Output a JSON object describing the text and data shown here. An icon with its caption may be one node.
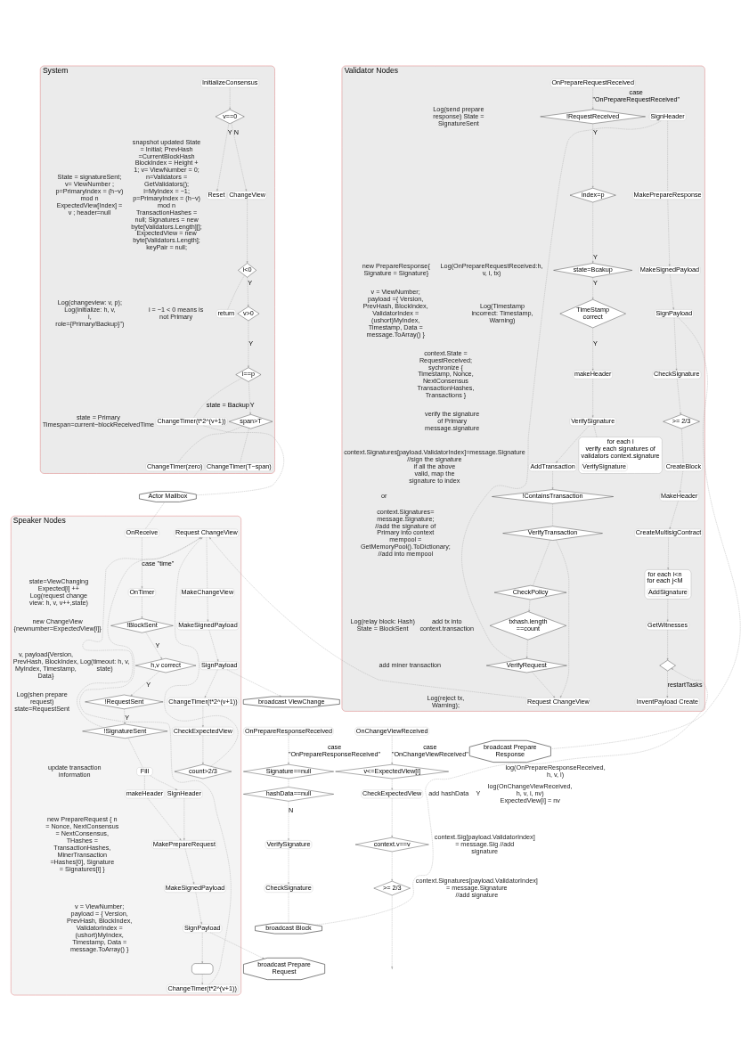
{
  "diagram": {
    "nodes": [
      {
        "text": [
          "System"
        ]
      },
      {
        "text": [
          "InitializeConsensus"
        ],
        "in": 0
      },
      {
        "text": [
          "v==0"
        ],
        "in": 0
      },
      {
        "text": [
          "Reset"
        ],
        "in": 0
      },
      {
        "text": [
          "ChangeView"
        ],
        "in": 0
      },
      {
        "text": [
          "i<0"
        ],
        "in": 0
      },
      {
        "text": [
          "return"
        ],
        "in": 0
      },
      {
        "text": [
          "v>0"
        ],
        "in": 0
      },
      {
        "text": [
          "i==p"
        ],
        "in": 0
      },
      {
        "text": [
          "ChangeTimer(t*2^(v+1))"
        ],
        "in": 0
      },
      {
        "text": [
          "span>T"
        ],
        "in": 0
      },
      {
        "text": [
          "ChangeTimer(zero)"
        ],
        "in": 0
      },
      {
        "text": [
          "ChangeTimer(T−span)"
        ],
        "in": 0
      },
      {
        "text": [
          "Actor Mailbox"
        ]
      },
      {
        "text": [
          "Speaker Nodes"
        ]
      },
      {
        "text": [
          "OnReceive"
        ],
        "in": 14
      },
      {
        "text": [
          "OnTimer"
        ],
        "in": 14
      },
      {
        "text": [
          "!BlockSent"
        ],
        "in": 14
      },
      {
        "text": [
          "h,v correct"
        ],
        "in": 14
      },
      {
        "text": [
          "!RequestSent"
        ],
        "in": 14
      },
      {
        "text": [
          "!SignatureSent"
        ],
        "in": 14
      },
      {
        "text": [
          "Fill"
        ],
        "in": 14
      },
      {
        "text": [
          "SignHeader"
        ],
        "in": 14
      },
      {
        "text": [
          "makeHeader"
        ],
        "in": 14
      },
      {
        "text": [
          "MakePrepareRequest"
        ],
        "in": 14
      },
      {
        "text": [
          "MakeSignedPayload"
        ],
        "in": 14
      },
      {
        "text": [
          "SignPayload"
        ],
        "in": 14
      },
      {
        "text": [],
        "shape": "box",
        "in": 14
      },
      {
        "text": [
          "ChangeTimer(t*2^(v+1))"
        ],
        "in": 14
      },
      {
        "text": [
          "Request ChangeView"
        ],
        "in": 14
      },
      {
        "text": [
          "MakeChangeView"
        ],
        "in": 14
      },
      {
        "text": [
          "MakeSignedPayload"
        ],
        "in": 14
      },
      {
        "text": [
          "SignPayload"
        ],
        "in": 14
      },
      {
        "text": [
          "ChangeTimer(t*2^(v+1))"
        ],
        "in": 14
      },
      {
        "text": [
          "CheckExpectedView"
        ],
        "in": 14
      },
      {
        "text": [
          "count>2/3"
        ],
        "in": 14
      },
      {
        "text": [
          "broadcast Prepare Request"
        ]
      },
      {
        "text": [
          "broadcast ViewChange"
        ]
      },
      {
        "text": [
          "Validator Nodes"
        ]
      },
      {
        "text": [
          "OnPrepareRequestReceived"
        ],
        "in": 38
      },
      {
        "text": [
          "!RequestReceived"
        ],
        "in": 38
      },
      {
        "text": [
          "index=p"
        ],
        "in": 38
      },
      {
        "text": [
          "state=Bcakup"
        ],
        "in": 38
      },
      {
        "text": [
          "TimeStamp correct"
        ],
        "in": 38
      },
      {
        "text": [
          "makeHeader"
        ],
        "in": 38
      },
      {
        "text": [
          "VerifySignature"
        ],
        "in": 38
      },
      {
        "text": [
          "for each i",
          "verify each signatures of validators context.signature"
        ],
        "in": 38
      },
      {
        "text": [
          "VerifySignature"
        ],
        "in": 46
      },
      {
        "text": [
          "AddTransaction"
        ],
        "in": 38
      },
      {
        "text": [
          "!ContainsTransaction"
        ],
        "in": 38
      },
      {
        "text": [
          "VerifyTransaction"
        ],
        "in": 38
      },
      {
        "text": [
          "CheckPolicy"
        ],
        "in": 38
      },
      {
        "text": [
          "txhash.length ==count"
        ],
        "in": 38
      },
      {
        "text": [
          "VerifyRequest"
        ],
        "in": 38
      },
      {
        "text": [
          "Request ChangeView"
        ],
        "in": 38
      },
      {
        "text": [
          "SignHeader"
        ],
        "in": 38
      },
      {
        "text": [
          "MakePrepareResponse"
        ],
        "in": 38
      },
      {
        "text": [
          "MakeSignedPayload"
        ],
        "in": 38
      },
      {
        "text": [
          "SignPayload"
        ],
        "in": 38
      },
      {
        "text": [
          "CheckSignature"
        ],
        "in": 38
      },
      {
        "text": [
          ">= 2/3"
        ],
        "in": 38
      },
      {
        "text": [
          "CreateBlock"
        ],
        "in": 38
      },
      {
        "text": [
          "MakeHeader"
        ],
        "in": 38
      },
      {
        "text": [
          "CreateMultisigContract"
        ],
        "in": 38
      },
      {
        "text": [
          "for each i<n",
          "for each j<M"
        ],
        "in": 38
      },
      {
        "text": [
          "AddSignature"
        ],
        "in": 64
      },
      {
        "text": [
          "GetWitnesses"
        ],
        "in": 38
      },
      {
        "text": [],
        "shape": "diamond",
        "in": 38
      },
      {
        "text": [
          "InventPayload Create"
        ],
        "in": 38
      },
      {
        "text": [
          "broadcast Prepare Response"
        ]
      },
      {
        "text": [
          "broadcast Block"
        ]
      },
      {
        "text": [
          "OnPrepareResponseReceived"
        ]
      },
      {
        "text": [
          "Signature==null"
        ]
      },
      {
        "text": [
          "hashData==null"
        ]
      },
      {
        "text": [
          "VerifySignature"
        ]
      },
      {
        "text": [
          "CheckSignature"
        ]
      },
      {
        "text": [
          "OnChangeViewReceived"
        ]
      },
      {
        "text": [
          "v<=ExpectedView[i]"
        ]
      },
      {
        "text": [
          "CheckExpectedView"
        ]
      },
      {
        "text": [
          "context.v==v"
        ]
      },
      {
        "text": [
          ">= 2/3"
        ]
      }
    ],
    "edges": [
      {
        "from": 1,
        "to": 2,
        "arrow": "to"
      },
      {
        "from": 2,
        "to": 3,
        "arrow": "to",
        "label": "Y"
      },
      {
        "from": 2,
        "to": 4,
        "arrow": "to",
        "label": "N"
      },
      {
        "from": 4,
        "to": 5,
        "arrow": "to"
      },
      {
        "from": 5,
        "to": 6,
        "arrow": "none"
      },
      {
        "from": 5,
        "to": 7,
        "arrow": "to",
        "label": "Y"
      },
      {
        "from": 7,
        "to": 8,
        "arrow": "to",
        "label": "Y"
      },
      {
        "from": 8,
        "to": 9,
        "arrow": "none",
        "label": "state = Backup"
      },
      {
        "from": 8,
        "to": 10,
        "arrow": "to",
        "label": "Y"
      },
      {
        "from": 10,
        "to": 11,
        "arrow": "none"
      },
      {
        "from": 10,
        "to": 12,
        "arrow": "none"
      },
      {
        "from": 9,
        "to": 13,
        "arrow": "none"
      },
      {
        "from": 13,
        "to": 15,
        "arrow": "none"
      },
      {
        "from": 15,
        "to": 16,
        "arrow": "to",
        "label": "case \"time\""
      },
      {
        "from": 16,
        "to": 17,
        "arrow": "to"
      },
      {
        "from": 17,
        "to": 18,
        "arrow": "to",
        "label": "Y"
      },
      {
        "from": 18,
        "to": 19,
        "arrow": "to",
        "label": "Y"
      },
      {
        "from": 19,
        "to": 20,
        "arrow": "to",
        "label": "Y"
      },
      {
        "from": 20,
        "to": 21,
        "arrow": "none"
      },
      {
        "from": 20,
        "to": 29,
        "arrow": "to"
      },
      {
        "from": 21,
        "to": 22,
        "arrow": "to"
      },
      {
        "from": 21,
        "to": 23,
        "arrow": "none"
      },
      {
        "from": 22,
        "to": 24,
        "arrow": "to"
      },
      {
        "from": 23,
        "to": 24,
        "arrow": "to"
      },
      {
        "from": 24,
        "to": 25,
        "arrow": "to"
      },
      {
        "from": 25,
        "to": 26,
        "arrow": "to"
      },
      {
        "from": 26,
        "to": 36,
        "arrow": "to"
      },
      {
        "from": 26,
        "to": 27,
        "arrow": "to"
      },
      {
        "from": 27,
        "to": 28,
        "arrow": "to"
      },
      {
        "from": 28,
        "to": 29,
        "arrow": "none"
      },
      {
        "from": 29,
        "to": 30,
        "arrow": "none"
      },
      {
        "from": 30,
        "to": 31,
        "arrow": "to"
      },
      {
        "from": 31,
        "to": 32,
        "arrow": "to"
      },
      {
        "from": 32,
        "to": 37,
        "arrow": "to"
      },
      {
        "from": 32,
        "to": 33,
        "arrow": "to"
      },
      {
        "from": 33,
        "to": 34,
        "arrow": "to"
      },
      {
        "from": 34,
        "to": 35,
        "arrow": "to"
      },
      {
        "from": 35,
        "to": 29,
        "arrow": "to"
      },
      {
        "from": 54,
        "to": 29,
        "arrow": "to"
      },
      {
        "from": 39,
        "to": 40,
        "arrow": "to",
        "label": "case \"OnPrepareRequestReceived\""
      },
      {
        "from": 40,
        "to": 41,
        "arrow": "to",
        "label": "Y"
      },
      {
        "from": 41,
        "to": 42,
        "arrow": "to",
        "label": "Y"
      },
      {
        "from": 42,
        "to": 43,
        "arrow": "to",
        "label": "Y"
      },
      {
        "from": 43,
        "to": 44,
        "arrow": "to",
        "label": "Y"
      },
      {
        "from": 44,
        "to": 45,
        "arrow": "to"
      },
      {
        "from": 45,
        "to": 46,
        "arrow": "none"
      },
      {
        "from": 45,
        "to": 48,
        "arrow": "to"
      },
      {
        "from": 48,
        "to": 49,
        "arrow": "to"
      },
      {
        "from": 49,
        "to": 50,
        "arrow": "none"
      },
      {
        "from": 50,
        "to": 51,
        "arrow": "none"
      },
      {
        "from": 50,
        "to": 54,
        "arrow": "to"
      },
      {
        "from": 51,
        "to": 52,
        "arrow": "to"
      },
      {
        "from": 52,
        "to": 53,
        "arrow": "to"
      },
      {
        "from": 53,
        "to": 54,
        "arrow": "to"
      },
      {
        "from": 53,
        "to": 55,
        "arrow": "none"
      },
      {
        "from": 55,
        "to": 56,
        "arrow": "none"
      },
      {
        "from": 56,
        "to": 57,
        "arrow": "to"
      },
      {
        "from": 57,
        "to": 58,
        "arrow": "to"
      },
      {
        "from": 58,
        "to": 69,
        "arrow": "none"
      },
      {
        "from": 58,
        "to": 59,
        "arrow": "to"
      },
      {
        "from": 59,
        "to": 60,
        "arrow": "to"
      },
      {
        "from": 60,
        "to": 61,
        "arrow": "none"
      },
      {
        "from": 61,
        "to": 62,
        "arrow": "to"
      },
      {
        "from": 62,
        "to": 63,
        "arrow": "to"
      },
      {
        "from": 63,
        "to": 64,
        "arrow": "to"
      },
      {
        "from": 64,
        "to": 66,
        "arrow": "to"
      },
      {
        "from": 66,
        "to": 67,
        "arrow": "to"
      },
      {
        "from": 67,
        "to": 68,
        "arrow": "to",
        "label": "restartTasks"
      },
      {
        "from": 71,
        "to": 72,
        "arrow": "to",
        "label": "case \"OnPrepareResponseReceived\""
      },
      {
        "from": 72,
        "to": 73,
        "arrow": "none"
      },
      {
        "from": 73,
        "to": 74,
        "arrow": "to",
        "label": "N"
      },
      {
        "from": 74,
        "to": 75,
        "arrow": "to"
      },
      {
        "from": 75,
        "to": 70,
        "arrow": "none"
      },
      {
        "from": 70,
        "to": 67,
        "arrow": "to"
      },
      {
        "from": 76,
        "to": 77,
        "arrow": "to",
        "label": "case \"OnChangeViewReceived\""
      },
      {
        "from": 77,
        "to": 78,
        "arrow": "to"
      },
      {
        "from": 78,
        "to": 79,
        "arrow": "to"
      },
      {
        "from": 79,
        "to": 80,
        "arrow": "to"
      },
      {
        "from": 80,
        "to": null,
        "arrow": "to"
      }
    ],
    "labels": [
      "snapshot updated State = Initial; PrevHash =CurrentBlockHash BlockIndex = Height + 1; v= ViewNumber = 0; n=Validators = GetValidators(); i=MyIndex = −1; p=PrimaryIndex = (h−v) mod n TransactionHashes = null; Signatures = new byte[Validators.Length][]; ExpectedView = new byte[Validators.Length]; keyPair = null;",
      "State = signatureSent; v= ViewNumber ; p=PrimaryIndex = (h−v) mod n ExpectedView[Index] = v ; header=null",
      "i = −1 < 0 means is not Primary",
      "Log(changeview: v, p); Log(initialize: h, v, i, role={Primary/Backup}\")",
      "state = Primary Timespan=current−blockReceivedTime",
      "Log(timeout: h, v, state)",
      "Log(shen prepare request) state=RequestSent",
      "update transaction information",
      "new PrepareRequest { n = Nonce, NextConsensus = NextConsensus, THashes = TransactionHashes, MinerTransaction =Hashes[0], Signature = Signatures[i] }",
      "v = ViewNumber; payload = { Version, PrevHash, BlockIndex, ValidatorIndex = (ushort)MyIndex, Timestamp, Data = message.ToArray() }",
      "state=ViewChanging Expected[i] ++ Log(request change view: h, v, v++,state)",
      "new ChangeView {newnumber=ExpectedView[i]}",
      "v, payload{Version, PrevHash, BlockIndex, MyIndex, Timestamp, Data}",
      "Log(OnPrepareRequestReceived:h, v, i, tx)",
      "Log(Timestamp incorrect: Timestamp, Warning)",
      "context.State = RequestReceived; sychronize { Timestamp, Nonce, NextConsensus TransactionHashes, Transactions }",
      "verify the signature of Primary message.signature",
      "context.Signatures[payload.ValidatorIndex]=message.Signature //sign the signature if all the above valid, map the signature to index",
      "context.Signatures= message.Signature; //add the signature of Primary into context mempool = GetMemoryPool().ToDictionary; //add into mempool",
      "or",
      "Log(reject tx, Warning);",
      "add tx into context.transaction",
      "Log(send prepare response) State = SignatureSent",
      "new PrepareResponse{ Signature = Signature}",
      "v = ViewNumber; payload ={ Version, PrevHash, BlockIndex, ValidatorIndex = (ushort)MyIndex, Timestamp, Data = message.ToArray() }",
      "Log(relay block: Hash) State = BlockSent",
      "add miner transaction",
      "log(OnPrepareResponseReceived, h, v, l)",
      "add hashData",
      "Y",
      "context.Sig[payload.ValidatorIndex] = message.Sig //add signature",
      "context.Signatures[payload.ValidatorIndex] = message.Signature //add signature",
      "log(OnChangeViewReceived, h, v, i, nv) ExpectedView[i] = nv"
    ]
  }
}
